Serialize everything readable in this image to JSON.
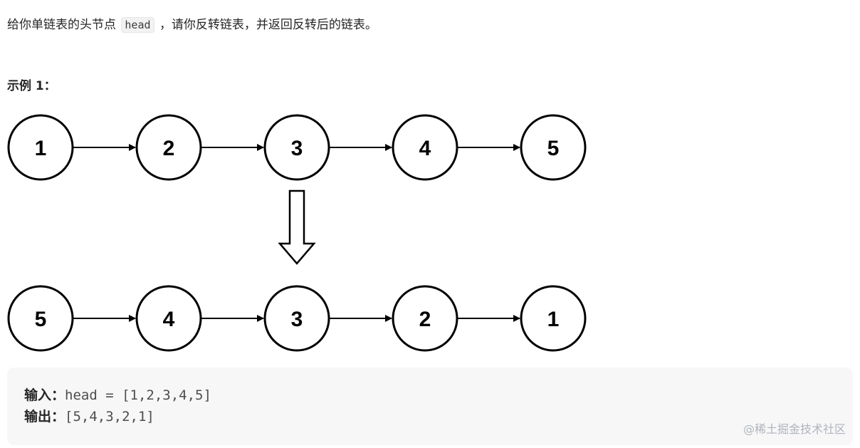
{
  "intro": {
    "text_before": "给你单链表的头节点",
    "code": "head",
    "text_after": "，请你反转链表，并返回反转后的链表。"
  },
  "example": {
    "title": "示例 1："
  },
  "diagram": {
    "top_row": [
      "1",
      "2",
      "3",
      "4",
      "5"
    ],
    "bottom_row": [
      "5",
      "4",
      "3",
      "2",
      "1"
    ]
  },
  "io": {
    "input_label": "输入：",
    "input_value": "head = [1,2,3,4,5]",
    "output_label": "输出：",
    "output_value": "[5,4,3,2,1]"
  },
  "watermark": "@稀土掘金技术社区",
  "colors": {
    "text": "#262626",
    "code_bg": "#f2f2f2",
    "example_bg": "#f7f7f8",
    "watermark": "#b0b4bd"
  }
}
